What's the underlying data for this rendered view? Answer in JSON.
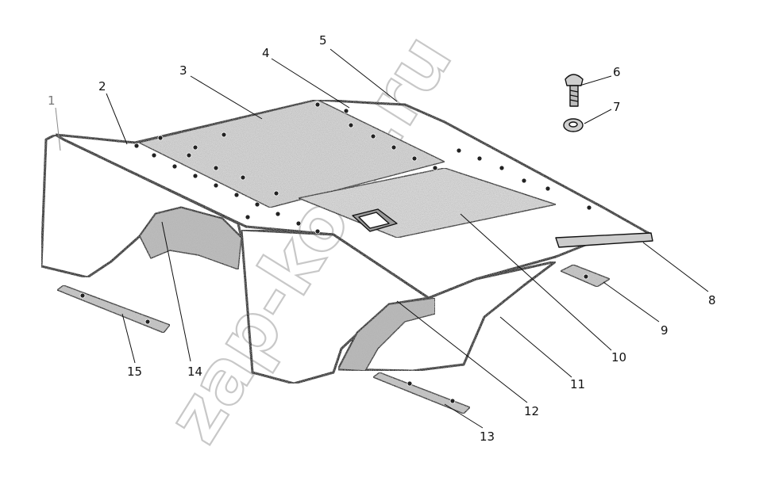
{
  "watermark": "zap-kom.ru",
  "colors": {
    "ink": "#111111",
    "panel": "#cfcfcf",
    "panel_dark": "#b9b9b9",
    "speckle": "#7a7a7a",
    "watermark": "#c8c8c8"
  },
  "callouts": [
    {
      "id": "1",
      "text": "1"
    },
    {
      "id": "2",
      "text": "2"
    },
    {
      "id": "3",
      "text": "3"
    },
    {
      "id": "4",
      "text": "4"
    },
    {
      "id": "5",
      "text": "5"
    },
    {
      "id": "6",
      "text": "6"
    },
    {
      "id": "7",
      "text": "7"
    },
    {
      "id": "8",
      "text": "8"
    },
    {
      "id": "9",
      "text": "9"
    },
    {
      "id": "10",
      "text": "10"
    },
    {
      "id": "11",
      "text": "11"
    },
    {
      "id": "12",
      "text": "12"
    },
    {
      "id": "13",
      "text": "13"
    },
    {
      "id": "14",
      "text": "14"
    },
    {
      "id": "15",
      "text": "15"
    }
  ]
}
